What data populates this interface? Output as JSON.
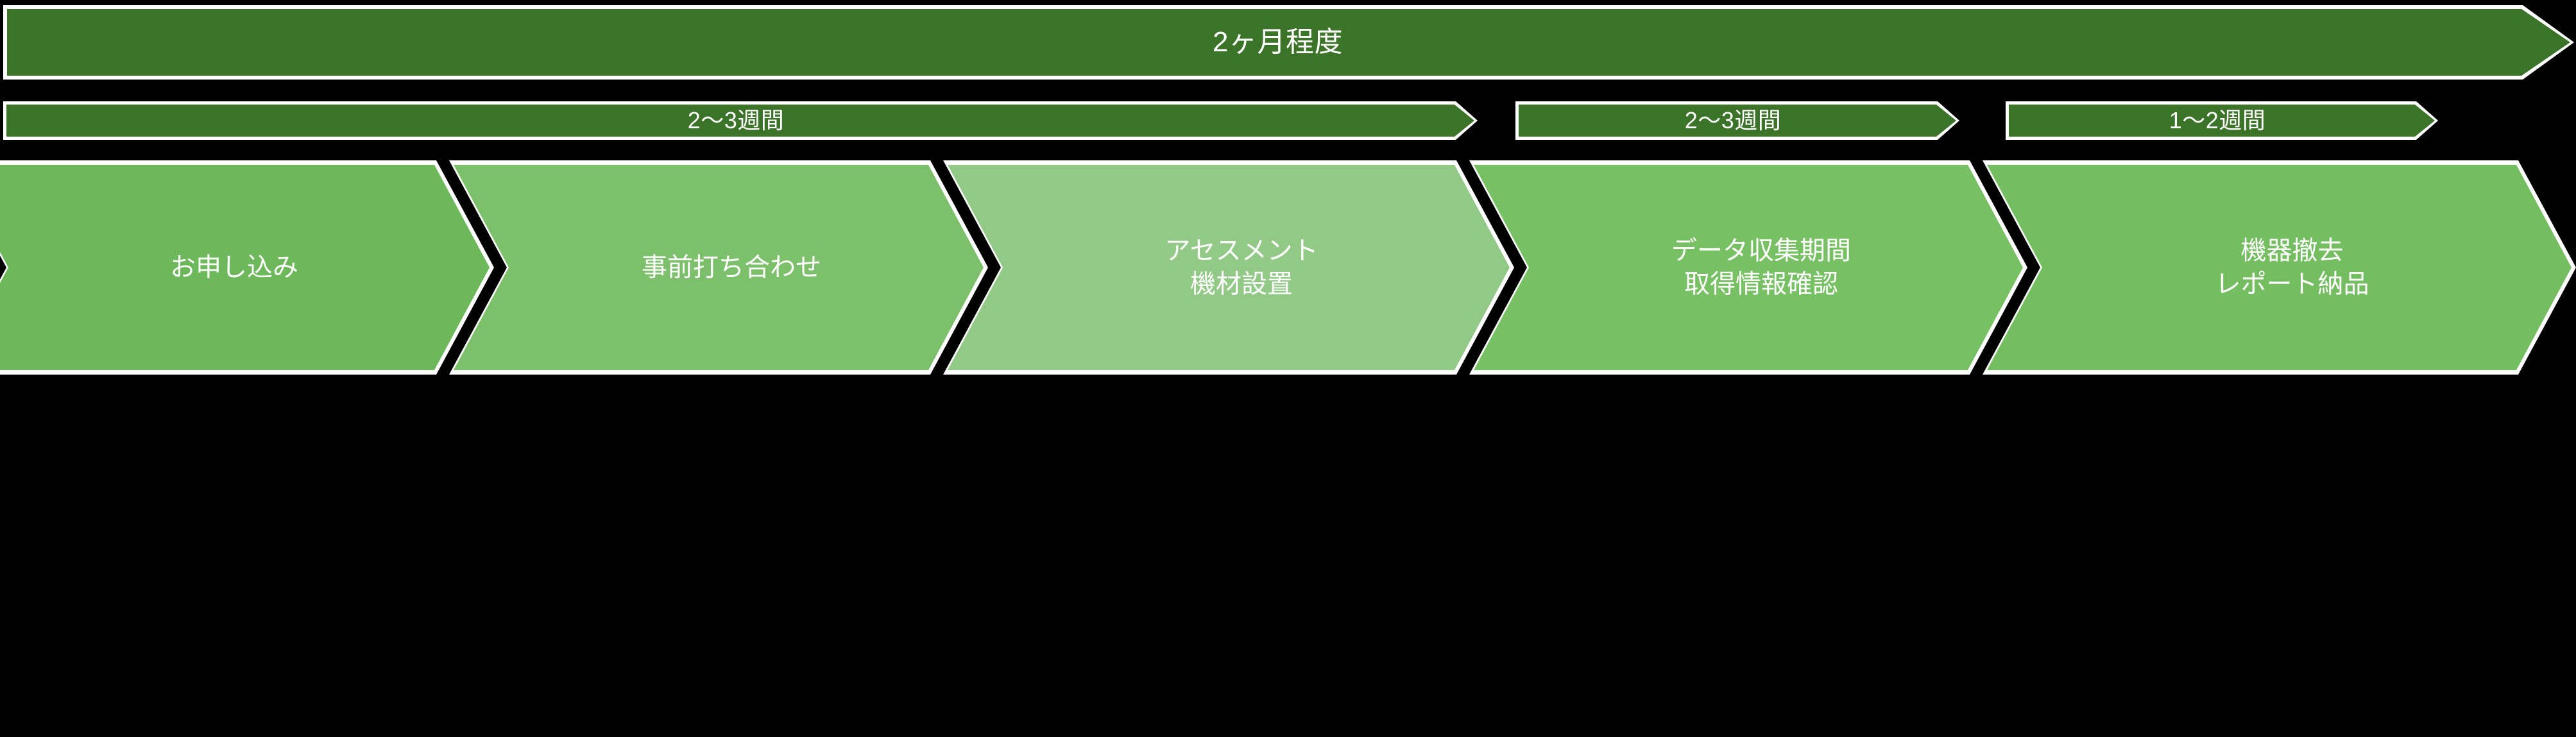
{
  "diagram": {
    "background_color": "#000000",
    "overall": {
      "label": "2ヶ月程度",
      "fill_color": "#3B7328",
      "border_color": "#FFFFFF",
      "text_color": "#FFFFFF"
    },
    "phase_durations": [
      {
        "label": "2〜3週間",
        "fill_color": "#3B7328",
        "border_color": "#FFFFFF",
        "text_color": "#FFFFFF"
      },
      {
        "label": "2〜3週間",
        "fill_color": "#3B7328",
        "border_color": "#FFFFFF",
        "text_color": "#FFFFFF"
      },
      {
        "label": "1〜2週間",
        "fill_color": "#3B7328",
        "border_color": "#FFFFFF",
        "text_color": "#FFFFFF"
      }
    ],
    "steps": [
      {
        "line1": "お申し込み",
        "line2": "",
        "fill_color": "#6DB85A",
        "border_color": "#FFFFFF",
        "text_color": "#FFFFFF"
      },
      {
        "line1": "事前打ち合わせ",
        "line2": "",
        "fill_color": "#7DC06C",
        "border_color": "#FFFFFF",
        "text_color": "#FFFFFF"
      },
      {
        "line1": "アセスメント",
        "line2": "機材設置",
        "fill_color": "#93C987",
        "border_color": "#FFFFFF",
        "text_color": "#FFFFFF"
      },
      {
        "line1": "データ収集期間",
        "line2": "取得情報確認",
        "fill_color": "#77C063",
        "border_color": "#FFFFFF",
        "text_color": "#FFFFFF"
      },
      {
        "line1": "機器撤去",
        "line2": "レポート納品",
        "fill_color": "#74BE61",
        "border_color": "#FFFFFF",
        "text_color": "#FFFFFF"
      }
    ]
  }
}
